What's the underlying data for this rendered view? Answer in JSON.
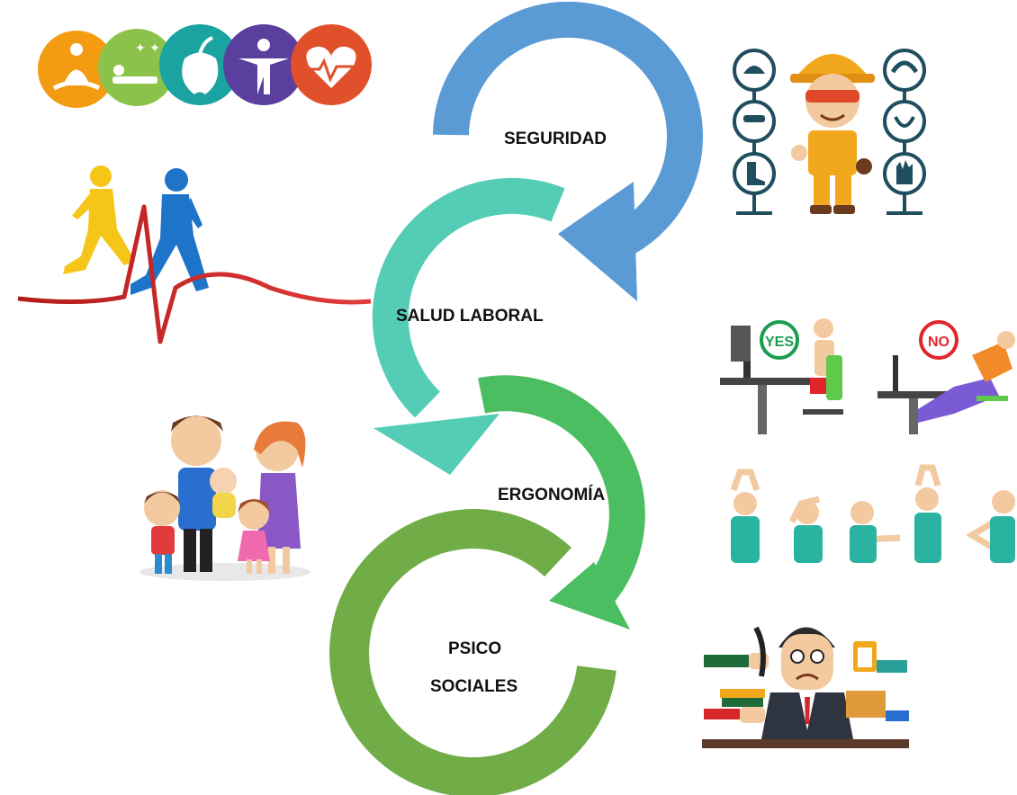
{
  "steps": [
    {
      "id": "seguridad",
      "label": "SEGURIDAD",
      "color": "#5b9bd5"
    },
    {
      "id": "salud-laboral",
      "label": "SALUD LABORAL",
      "color": "#55ccb6"
    },
    {
      "id": "ergonomia",
      "label": "ERGONOMÍA",
      "color": "#4cbe62"
    },
    {
      "id": "psicosociales",
      "label_line1": "PSICO",
      "label_line2": "SOCIALES",
      "color": "#70ad47"
    }
  ],
  "illustrations": {
    "wellness_icons": [
      "meditation-icon",
      "sleep-icon",
      "apple-icon",
      "body-icon",
      "heart-icon"
    ],
    "wellness_colors": [
      "#f39c12",
      "#8bc34a",
      "#1aa3a0",
      "#5b3f9e",
      "#e0502a"
    ],
    "ergonomics_yes": "YES",
    "ergonomics_no": "NO"
  }
}
